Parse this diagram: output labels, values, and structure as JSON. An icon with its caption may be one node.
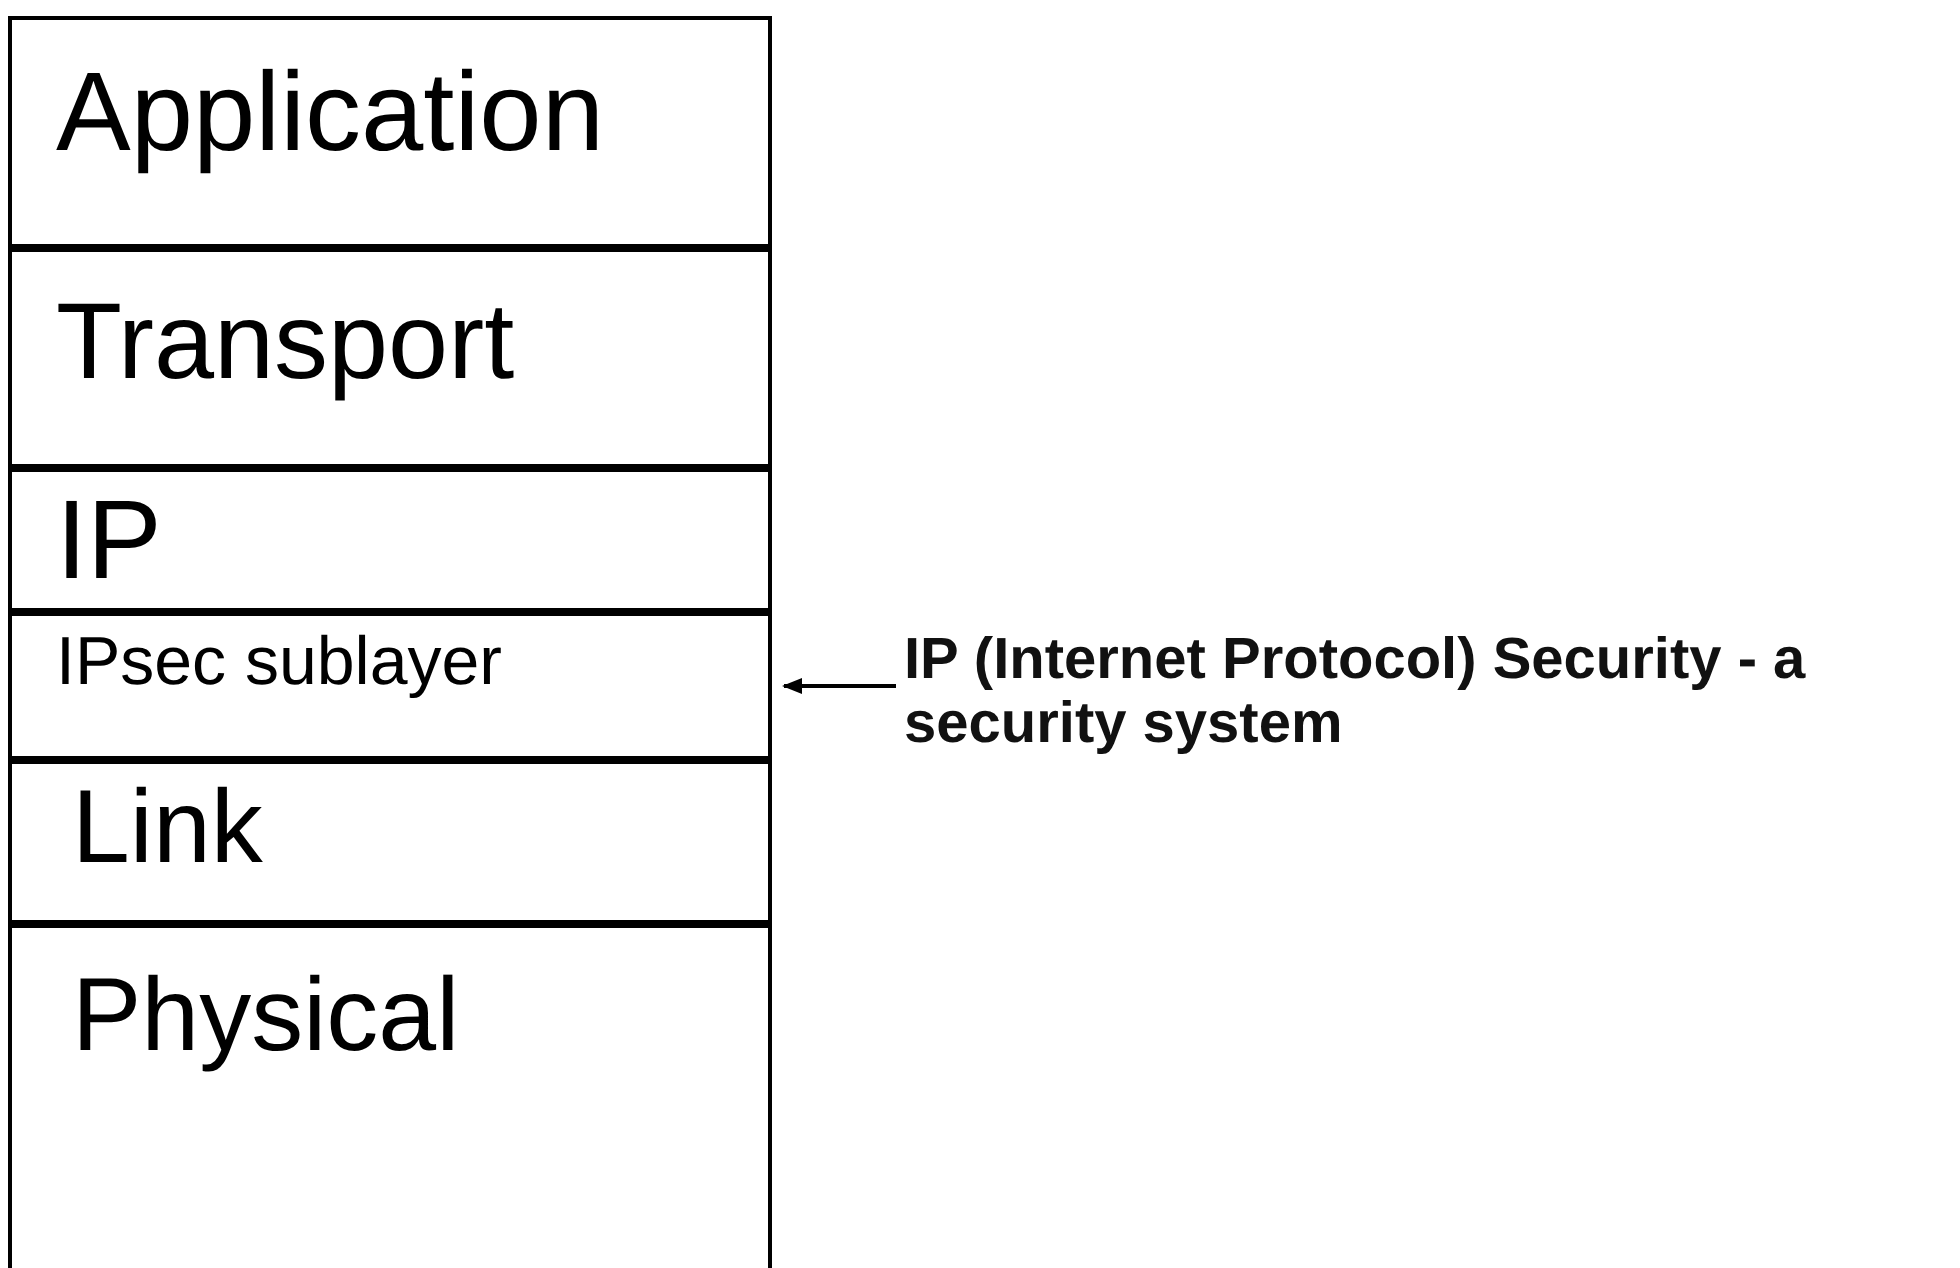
{
  "diagram": {
    "nodes": [
      {
        "text": [
          "Application"
        ]
      },
      {
        "text": [
          "Transport"
        ]
      },
      {
        "text": [
          "IP"
        ]
      },
      {
        "text": [
          "IPsec sublayer"
        ]
      },
      {
        "text": [
          "Link"
        ]
      },
      {
        "text": [
          "Physical"
        ]
      },
      {
        "text": [
          "IP (Internet Protocol) Security - a security system"
        ]
      }
    ],
    "edges": [
      {
        "from": 6,
        "to": 3,
        "arrow": "to"
      }
    ]
  }
}
